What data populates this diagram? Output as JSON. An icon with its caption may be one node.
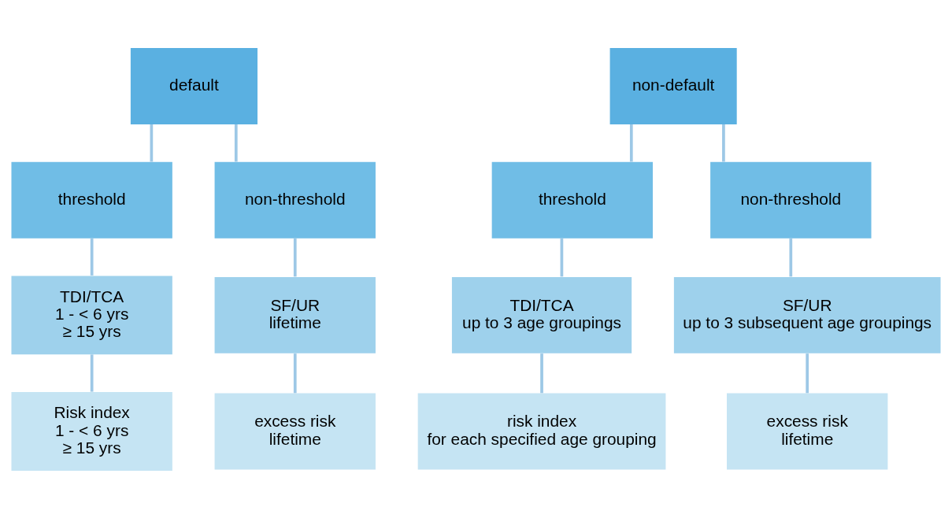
{
  "diagram": {
    "nodes": [
      {
        "text": [
          "default"
        ]
      },
      {
        "text": [
          "non-default"
        ]
      },
      {
        "text": [
          "threshold"
        ]
      },
      {
        "text": [
          "non-threshold"
        ]
      },
      {
        "text": [
          "threshold"
        ]
      },
      {
        "text": [
          "non-threshold"
        ]
      },
      {
        "text": [
          "TDI/TCA",
          "1 - < 6 yrs",
          "≥ 15 yrs"
        ]
      },
      {
        "text": [
          "SF/UR",
          "lifetime"
        ]
      },
      {
        "text": [
          "TDI/TCA",
          "up to 3 age groupings"
        ]
      },
      {
        "text": [
          "SF/UR",
          "up to 3 subsequent age groupings"
        ]
      },
      {
        "text": [
          "Risk index",
          "1 - < 6 yrs",
          "≥ 15 yrs"
        ]
      },
      {
        "text": [
          "excess risk",
          "lifetime"
        ]
      },
      {
        "text": [
          "risk index",
          "for each specified age grouping"
        ]
      },
      {
        "text": [
          "excess risk",
          "lifetime"
        ]
      }
    ],
    "edges": [
      {
        "from": 0,
        "to": 2,
        "arrow": "none"
      },
      {
        "from": 0,
        "to": 3,
        "arrow": "none"
      },
      {
        "from": 1,
        "to": 4,
        "arrow": "none"
      },
      {
        "from": 1,
        "to": 5,
        "arrow": "none"
      },
      {
        "from": 2,
        "to": 6,
        "arrow": "none"
      },
      {
        "from": 3,
        "to": 7,
        "arrow": "none"
      },
      {
        "from": 4,
        "to": 8,
        "arrow": "none"
      },
      {
        "from": 5,
        "to": 9,
        "arrow": "none"
      },
      {
        "from": 6,
        "to": 10,
        "arrow": "none"
      },
      {
        "from": 7,
        "to": 11,
        "arrow": "none"
      },
      {
        "from": 8,
        "to": 12,
        "arrow": "none"
      },
      {
        "from": 9,
        "to": 13,
        "arrow": "none"
      }
    ]
  }
}
